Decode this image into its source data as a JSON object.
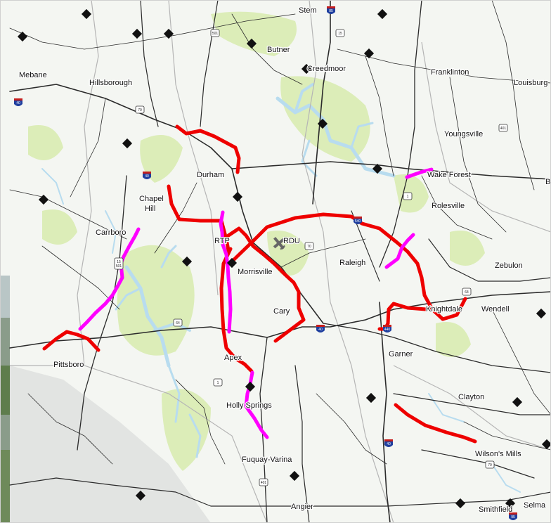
{
  "map": {
    "places": [
      {
        "id": "stem",
        "label": "Stem"
      },
      {
        "id": "butner",
        "label": "Butner"
      },
      {
        "id": "creedmoor",
        "label": "Creedmoor"
      },
      {
        "id": "mebane",
        "label": "Mebane"
      },
      {
        "id": "hillsborough",
        "label": "Hillsborough"
      },
      {
        "id": "franklinton",
        "label": "Franklinton"
      },
      {
        "id": "louisburg",
        "label": "Louisburg"
      },
      {
        "id": "youngsville",
        "label": "Youngsville"
      },
      {
        "id": "durham",
        "label": "Durham"
      },
      {
        "id": "wake-forest",
        "label": "Wake Forest"
      },
      {
        "id": "chapel-hill-line1",
        "label": "Chapel"
      },
      {
        "id": "chapel-hill-line2",
        "label": "Hill"
      },
      {
        "id": "rolesville",
        "label": "Rolesville"
      },
      {
        "id": "carrboro",
        "label": "Carrboro"
      },
      {
        "id": "rtp",
        "label": "RTP"
      },
      {
        "id": "rdu",
        "label": "RDU"
      },
      {
        "id": "raleigh",
        "label": "Raleigh"
      },
      {
        "id": "morrisville",
        "label": "Morrisville"
      },
      {
        "id": "zebulon",
        "label": "Zebulon"
      },
      {
        "id": "knightdale",
        "label": "Knightdale"
      },
      {
        "id": "wendell",
        "label": "Wendell"
      },
      {
        "id": "cary",
        "label": "Cary"
      },
      {
        "id": "pittsboro",
        "label": "Pittsboro"
      },
      {
        "id": "apex",
        "label": "Apex"
      },
      {
        "id": "garner",
        "label": "Garner"
      },
      {
        "id": "holly-springs",
        "label": "Holly Springs"
      },
      {
        "id": "clayton",
        "label": "Clayton"
      },
      {
        "id": "wilsons-mills",
        "label": "Wilson's Mills"
      },
      {
        "id": "fuquay-varina",
        "label": "Fuquay-Varina"
      },
      {
        "id": "angier",
        "label": "Angier"
      },
      {
        "id": "smithfield",
        "label": "Smithfield"
      },
      {
        "id": "selma",
        "label": "Selma"
      },
      {
        "id": "b-edge",
        "label": "B"
      }
    ],
    "shields": [
      {
        "id": "i85-stem",
        "number": "85",
        "kind": "interstate"
      },
      {
        "id": "i40-hillsborough",
        "number": "40",
        "kind": "interstate"
      },
      {
        "id": "i40-chapel-hill",
        "number": "40",
        "kind": "interstate"
      },
      {
        "id": "i540-north",
        "number": "540",
        "kind": "interstate"
      },
      {
        "id": "i440-raleigh",
        "number": "440",
        "kind": "interstate"
      },
      {
        "id": "i40-cary",
        "number": "40",
        "kind": "interstate"
      },
      {
        "id": "i40-johnston",
        "number": "40",
        "kind": "interstate"
      },
      {
        "id": "i95-smithfield",
        "number": "95",
        "kind": "interstate"
      },
      {
        "id": "us15-north",
        "number": "15",
        "kind": "us"
      },
      {
        "id": "us501-north",
        "number": "501",
        "kind": "us"
      },
      {
        "id": "us70-hillsborough",
        "number": "70",
        "kind": "us"
      },
      {
        "id": "us401-north",
        "number": "401",
        "kind": "us"
      },
      {
        "id": "us1-north",
        "number": "1",
        "kind": "us"
      },
      {
        "id": "us70-rdu",
        "number": "70",
        "kind": "us"
      },
      {
        "id": "us64-east",
        "number": "64",
        "kind": "us"
      },
      {
        "id": "us15-501-south",
        "number": "15\n501",
        "kind": "us"
      },
      {
        "id": "us64-west",
        "number": "64",
        "kind": "us"
      },
      {
        "id": "us1-south",
        "number": "1",
        "kind": "us"
      },
      {
        "id": "us70-east",
        "number": "70",
        "kind": "us"
      },
      {
        "id": "us401-south",
        "number": "401",
        "kind": "us"
      }
    ],
    "colors": {
      "background": "#f4f6f2",
      "water": "#b8dcef",
      "parkland": "#dcedb8",
      "county_line": "#b5b5b5",
      "road": "#2b2b2b",
      "corridor_red": "#ee0000",
      "corridor_magenta": "#ff00ff",
      "shield_interstate": "#1f3f9f",
      "shield_interstate_top": "#c41e1e",
      "marker": "#111111",
      "terrain_photo": "#7c8f7a"
    }
  }
}
